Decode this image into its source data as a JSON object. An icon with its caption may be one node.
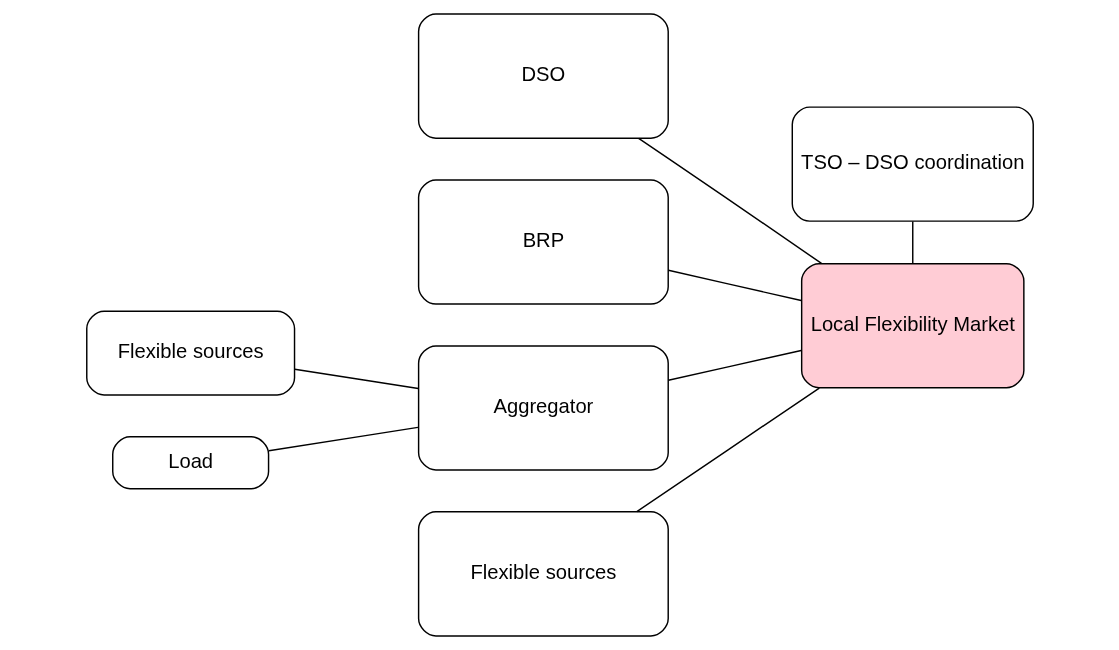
{
  "diagram": {
    "nodes": [
      {
        "text": [
          "DSO"
        ]
      },
      {
        "text": [
          "TSO – DSO coordination"
        ]
      },
      {
        "text": [
          "BRP"
        ]
      },
      {
        "text": [
          "Local Flexibility Market"
        ]
      },
      {
        "text": [
          "Flexible sources"
        ]
      },
      {
        "text": [
          "Aggregator"
        ]
      },
      {
        "text": [
          "Load"
        ]
      },
      {
        "text": [
          "Flexible sources"
        ]
      }
    ],
    "edges": [
      {
        "from": 0,
        "to": 3,
        "arrow": "none"
      },
      {
        "from": 1,
        "to": 3,
        "arrow": "none"
      },
      {
        "from": 2,
        "to": 3,
        "arrow": "none"
      },
      {
        "from": 4,
        "to": 5,
        "arrow": "none"
      },
      {
        "from": 6,
        "to": 5,
        "arrow": "none"
      },
      {
        "from": 5,
        "to": 3,
        "arrow": "none"
      },
      {
        "from": 7,
        "to": 3,
        "arrow": "none"
      }
    ]
  }
}
